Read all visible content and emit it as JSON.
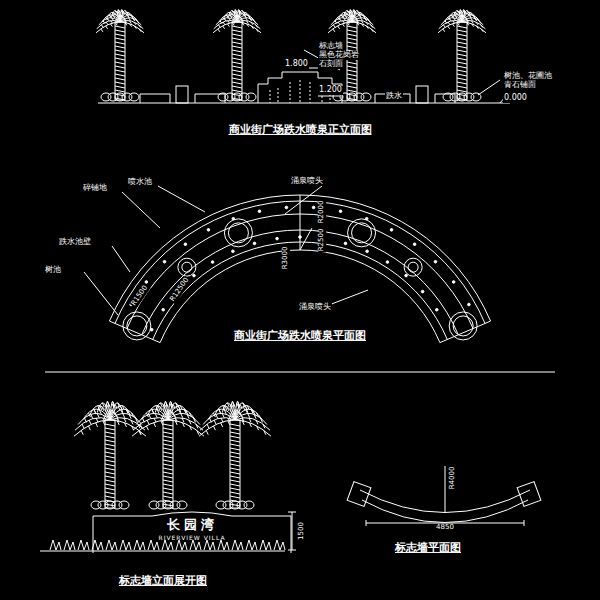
{
  "diagram": {
    "nodes": [
      {
        "text": [
          "长园湾",
          "RIVERVIEW VILLA"
        ]
      }
    ],
    "labels": [
      "标志墙",
      "黑色花岗岩",
      "石刻面",
      "1.800",
      "1.200",
      "跌水",
      "树池、花圃池",
      "青石铺面",
      "0.000",
      "商业街广场跌水喷泉正立面图",
      "喷水池",
      "碎铺地",
      "跌水池壁",
      "树池",
      "涌泉喷头",
      "涌泉喷头",
      "R2000",
      "R2500",
      "R3000",
      "R12500",
      "R1500",
      "商业街广场跌水喷泉平面图",
      "标志墙立面展开图",
      "1500",
      "R4000",
      "4850",
      "标志墙平面图"
    ]
  }
}
